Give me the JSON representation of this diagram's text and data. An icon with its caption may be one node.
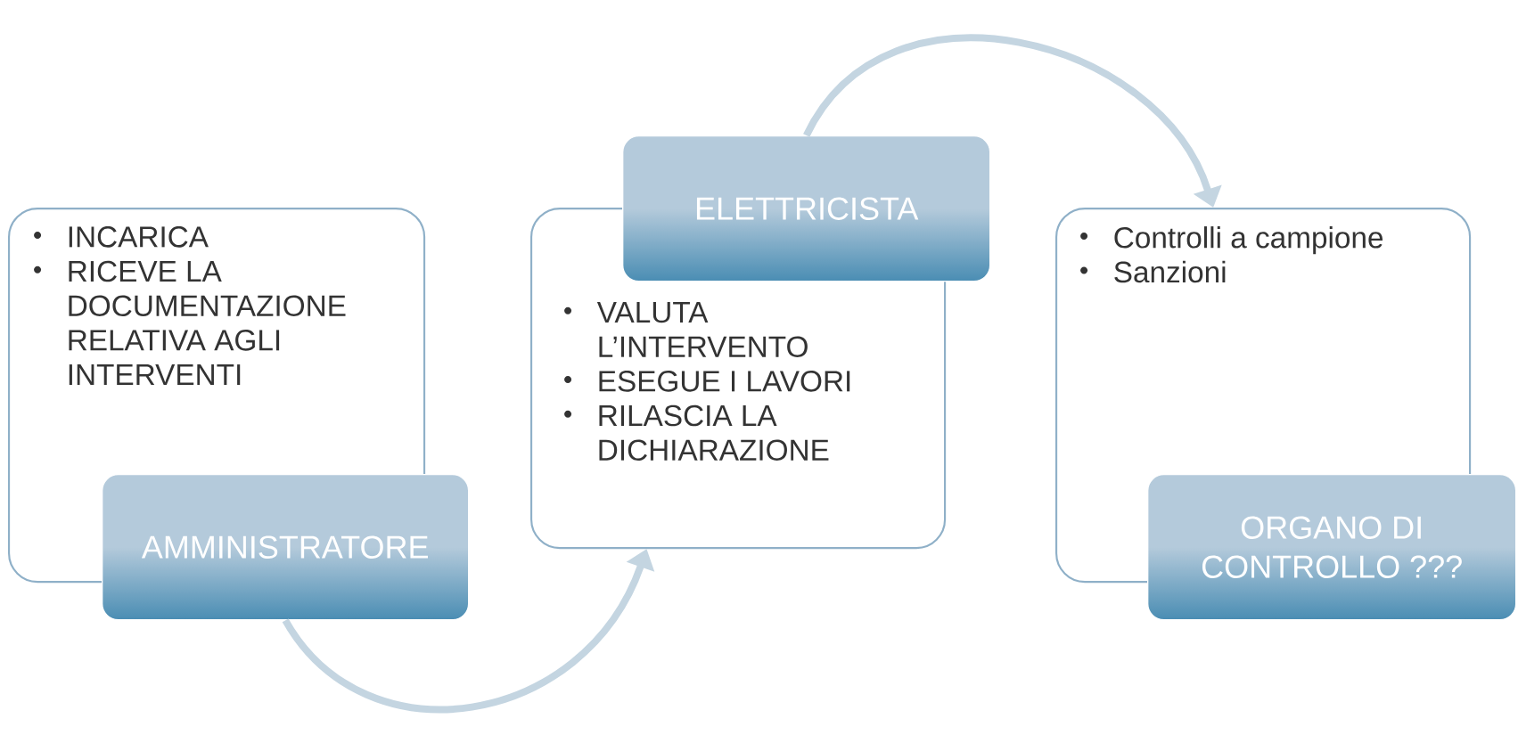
{
  "diagram": {
    "nodes": [
      {
        "text": [
          "INCARICA",
          "RICEVE LA DOCUMENTAZIONE RELATIVA AGLI INTERVENTI"
        ]
      },
      {
        "text": [
          "AMMINISTRATORE"
        ]
      },
      {
        "text": [
          "VALUTA L’INTERVENTO",
          "ESEGUE I LAVORI",
          "RILASCIA LA DICHIARAZIONE"
        ]
      },
      {
        "text": [
          "ELETTRICISTA"
        ]
      },
      {
        "text": [
          "Controlli a campione",
          "Sanzioni"
        ]
      },
      {
        "text": [
          "ORGANO DI CONTROLLO ???"
        ]
      }
    ],
    "edges": [
      {
        "from": 1,
        "to": 2,
        "arrow": "to"
      },
      {
        "from": 3,
        "to": 4,
        "arrow": "to"
      }
    ]
  }
}
